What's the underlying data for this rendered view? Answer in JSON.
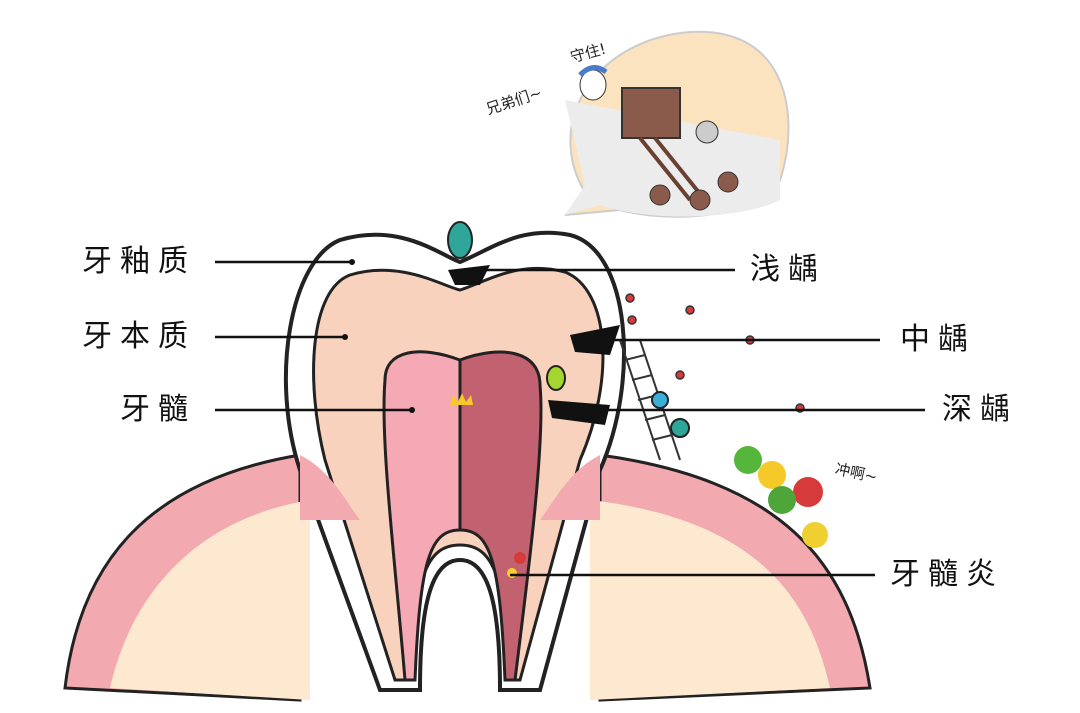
{
  "labels_left": [
    {
      "id": "enamel",
      "text": "牙釉质"
    },
    {
      "id": "dentin",
      "text": "牙本质"
    },
    {
      "id": "pulp",
      "text": "牙髓"
    }
  ],
  "labels_right": [
    {
      "id": "shallow-caries",
      "text": "浅龋"
    },
    {
      "id": "medium-caries",
      "text": "中龋"
    },
    {
      "id": "deep-caries",
      "text": "深龋"
    },
    {
      "id": "pulpitis",
      "text": "牙髓炎"
    }
  ],
  "handwritten": {
    "defend": "守住!",
    "brothers": "兄弟们~",
    "charge": "冲啊~"
  },
  "colors": {
    "gum": "#f2aab0",
    "bone": "#fde8d0",
    "dentin": "#f9d2bd",
    "pulp": "#f4a9b4",
    "pulp_infected": "#c2616f",
    "bubble": "#fbe3bf"
  }
}
